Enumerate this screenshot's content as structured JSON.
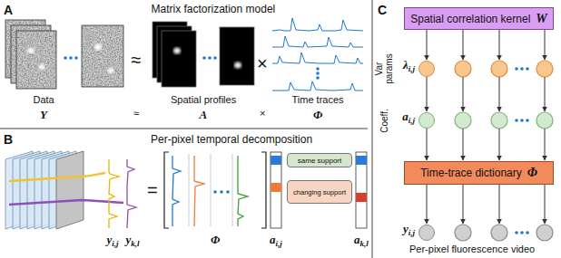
{
  "diagram": {
    "nodes": [
      {
        "text": [
          "same support"
        ]
      },
      {
        "text": [
          "changing support"
        ]
      },
      {
        "text": [
          "Spatial correlation kernel",
          "W"
        ]
      },
      {
        "text": [
          "λi,j"
        ]
      },
      {
        "text": [
          "ai,j"
        ]
      },
      {
        "text": [
          "Time-trace dictionary",
          "Φ"
        ]
      },
      {
        "text": [
          "yi,j"
        ]
      }
    ],
    "edges": [
      {
        "from": 2,
        "to": 3,
        "arrow": "to"
      },
      {
        "from": 3,
        "to": 4,
        "arrow": "to"
      },
      {
        "from": 4,
        "to": 5,
        "arrow": "to"
      },
      {
        "from": 5,
        "to": 6,
        "arrow": "to"
      }
    ],
    "labels": [
      "A",
      "Matrix factorization model",
      "≈",
      "×",
      "Data",
      "Spatial profiles",
      "Time traces",
      "Y",
      "≈",
      "A",
      "×",
      "Φ",
      "B",
      "Per-pixel temporal decomposition",
      "yi,j",
      "yk,l",
      "=",
      "Φ",
      "ai,j",
      "ak,l",
      "C",
      "Var params",
      "Coeff.",
      "Per-pixel fluorescence video"
    ]
  }
}
